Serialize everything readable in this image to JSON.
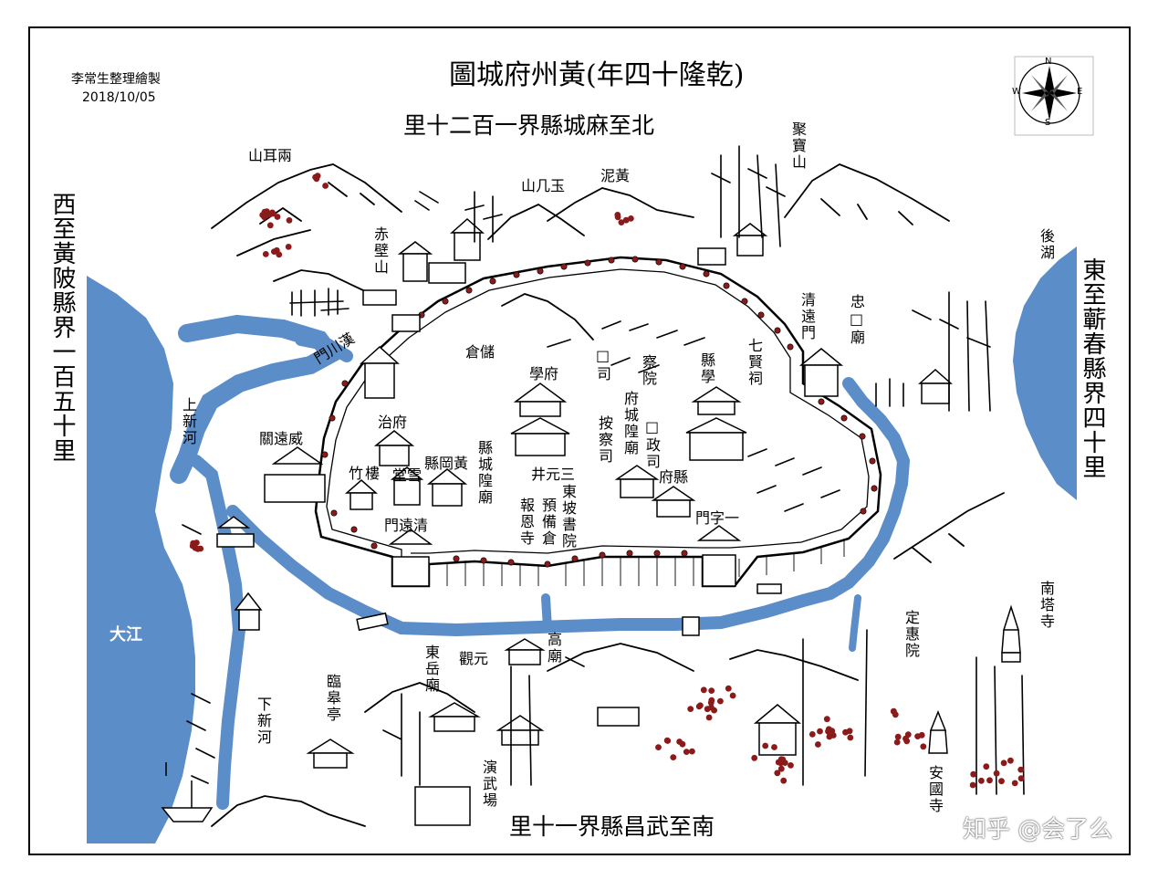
{
  "map": {
    "title": "圖城府州黃(年四十隆乾)",
    "credit": {
      "author": "李常生整理繪製",
      "date": "2018/10/05"
    },
    "compass": {
      "north": "N",
      "south": "S",
      "east": "E",
      "west": "W",
      "icon": "compass-rose-icon"
    },
    "boundaries": {
      "north": "里十二百一界縣城麻至北",
      "south": "里十一界縣昌武至南",
      "west": "西至黃陂縣界一百五十里",
      "east": "東至蘄春縣界四十里"
    },
    "water": {
      "river": "大江",
      "east_lake": "後湖",
      "upper_creek": "上新河",
      "lower_creek": "下新河"
    },
    "places": {
      "liang_er_shan": "山耳兩",
      "chibi_shan": "赤壁山",
      "yuji_shan": "山几玉",
      "ni_huang": "泥黃",
      "ju_bao_shan": "聚寶山",
      "zhong_miao": "忠□廟",
      "qingyuan_men": "清遠門",
      "hanchuan_men": "門川漢",
      "weiyuan_guan": "關遠威",
      "cang_chu": "倉儲",
      "xue_fu": "學府",
      "si1": "□司",
      "cha_yuan": "察院",
      "fu_chenghuang_miao": "府城隍廟",
      "zheng_si": "□政司",
      "xian_xue": "縣學",
      "qixian_ci": "七賢祠",
      "an_cha_si": "按察司",
      "xian_fu": "府縣",
      "zhi_fu": "治府",
      "xue_tang": "堂雪",
      "zhu_lou": "竹樓",
      "huanggang_xian": "縣岡黃",
      "xian_chenghuang_miao": "縣城隍廟",
      "sanyuan_jing": "井元三",
      "dongpo_shuyuan": "東坡書院",
      "yubei_cang": "預備倉",
      "baoen_si": "報恩寺",
      "yuanqing_men": "門遠清",
      "yizi_men": "門字一",
      "nanta_si": "南塔寺",
      "dinghui_yuan": "定惠院",
      "gao_miao": "高廟",
      "yuan_guan": "觀元",
      "dongyue_miao": "東岳廟",
      "linggao_ting": "臨皋亭",
      "yanwu_chang": "演武場",
      "anguo_si": "安國寺"
    },
    "watermark": "知乎 @会了么",
    "colors": {
      "water": "#5b8dc9",
      "ink": "#111111",
      "blossom": "#8b1a1a",
      "paper": "#ffffff"
    }
  }
}
